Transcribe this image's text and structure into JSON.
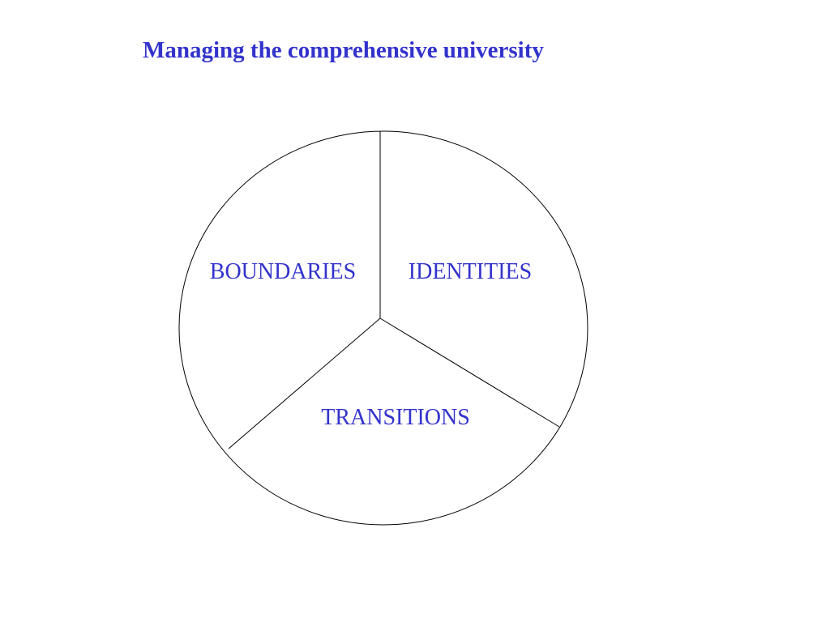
{
  "slide": {
    "title": "Managing the comprehensive university"
  },
  "diagram": {
    "segments": [
      {
        "label": "BOUNDARIES"
      },
      {
        "label": "IDENTITIES"
      },
      {
        "label": "TRANSITIONS"
      }
    ]
  },
  "colors": {
    "text": "#3333cc",
    "lines": "#000000",
    "background": "#ffffff"
  }
}
